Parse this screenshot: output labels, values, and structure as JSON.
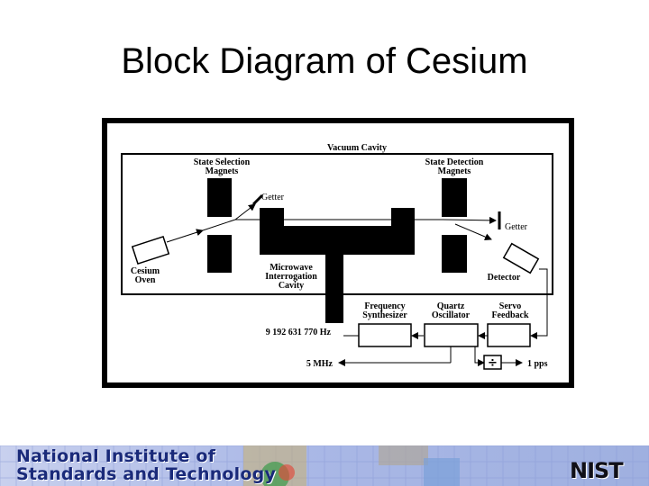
{
  "slide": {
    "title": "Block Diagram of Cesium"
  },
  "diagram": {
    "vacuum_cavity": "Vacuum Cavity",
    "state_selection": [
      "State Selection",
      "Magnets"
    ],
    "state_detection": [
      "State Detection",
      "Magnets"
    ],
    "getter_left": "Getter",
    "getter_right": "Getter",
    "cesium_oven": [
      "Cesium",
      "Oven"
    ],
    "microwave_cavity": [
      "Microwave",
      "Interrogation",
      "Cavity"
    ],
    "detector": "Detector",
    "frequency_synthesizer": [
      "Frequency",
      "Synthesizer"
    ],
    "quartz_oscillator": [
      "Quartz",
      "Oscillator"
    ],
    "servo_feedback": [
      "Servo",
      "Feedback"
    ],
    "freq_hz": "9 192 631 770 Hz",
    "freq_5mhz": "5 MHz",
    "pps": "1 pps",
    "divider_symbol": "÷"
  },
  "footer": {
    "line1": "National Institute of",
    "line2": "Standards and Technology",
    "logo": "NIST",
    "colors": {
      "text": "#1a2a7a",
      "background": "#b8c4e8"
    }
  }
}
